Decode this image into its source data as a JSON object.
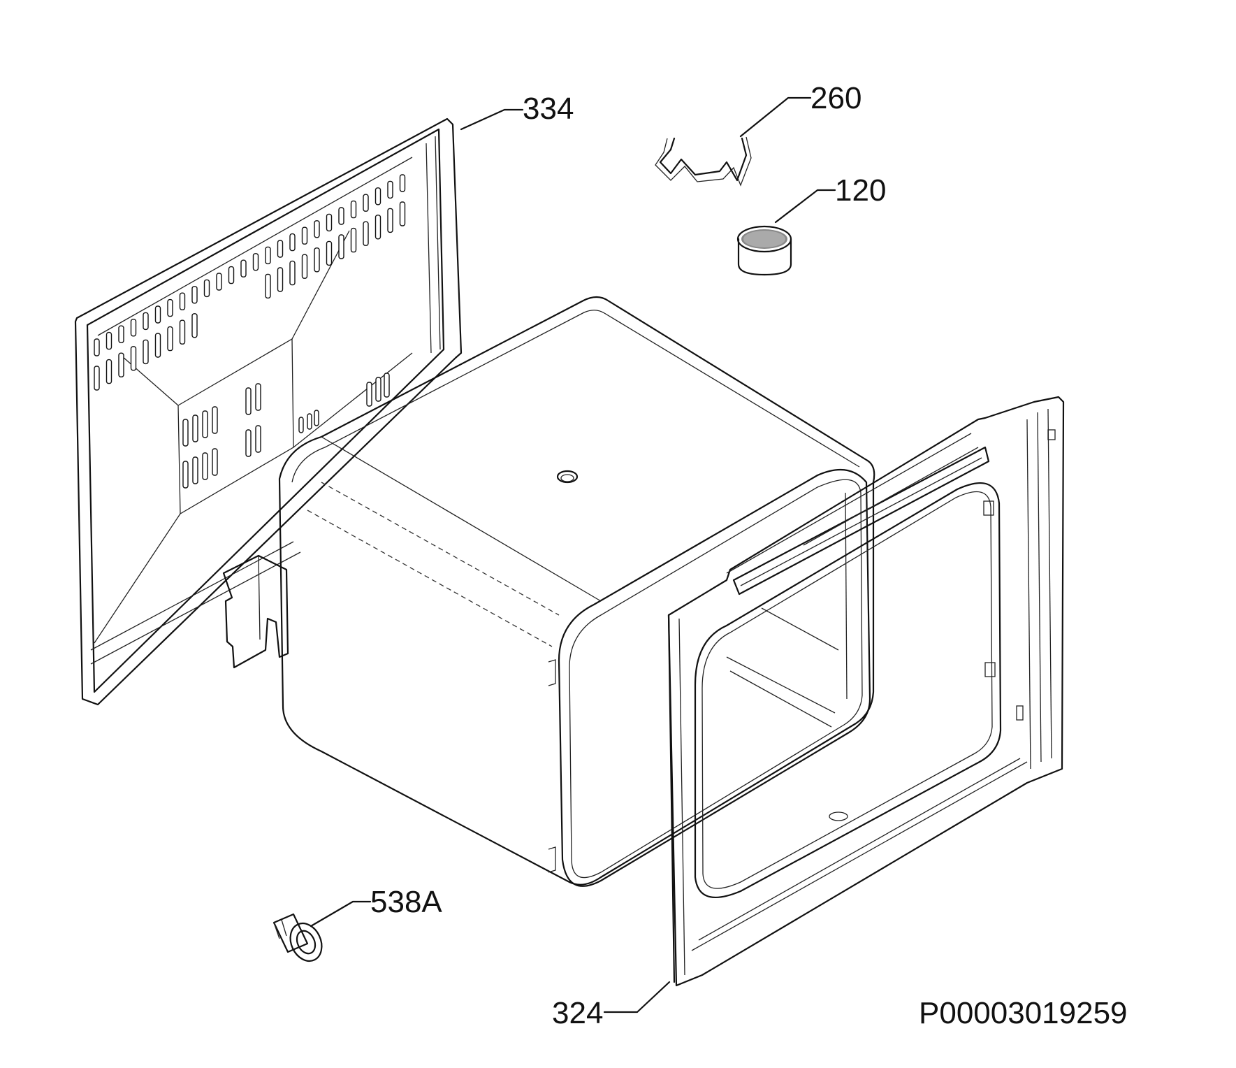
{
  "parts": [
    {
      "id": "334",
      "label": "334",
      "name": "rear panel"
    },
    {
      "id": "260",
      "label": "260",
      "name": "clip"
    },
    {
      "id": "120",
      "label": "120",
      "name": "filter"
    },
    {
      "id": "538A",
      "label": "538A",
      "name": "grommet"
    },
    {
      "id": "324",
      "label": "324",
      "name": "front frame"
    }
  ],
  "drawing_number": "P00003019259"
}
